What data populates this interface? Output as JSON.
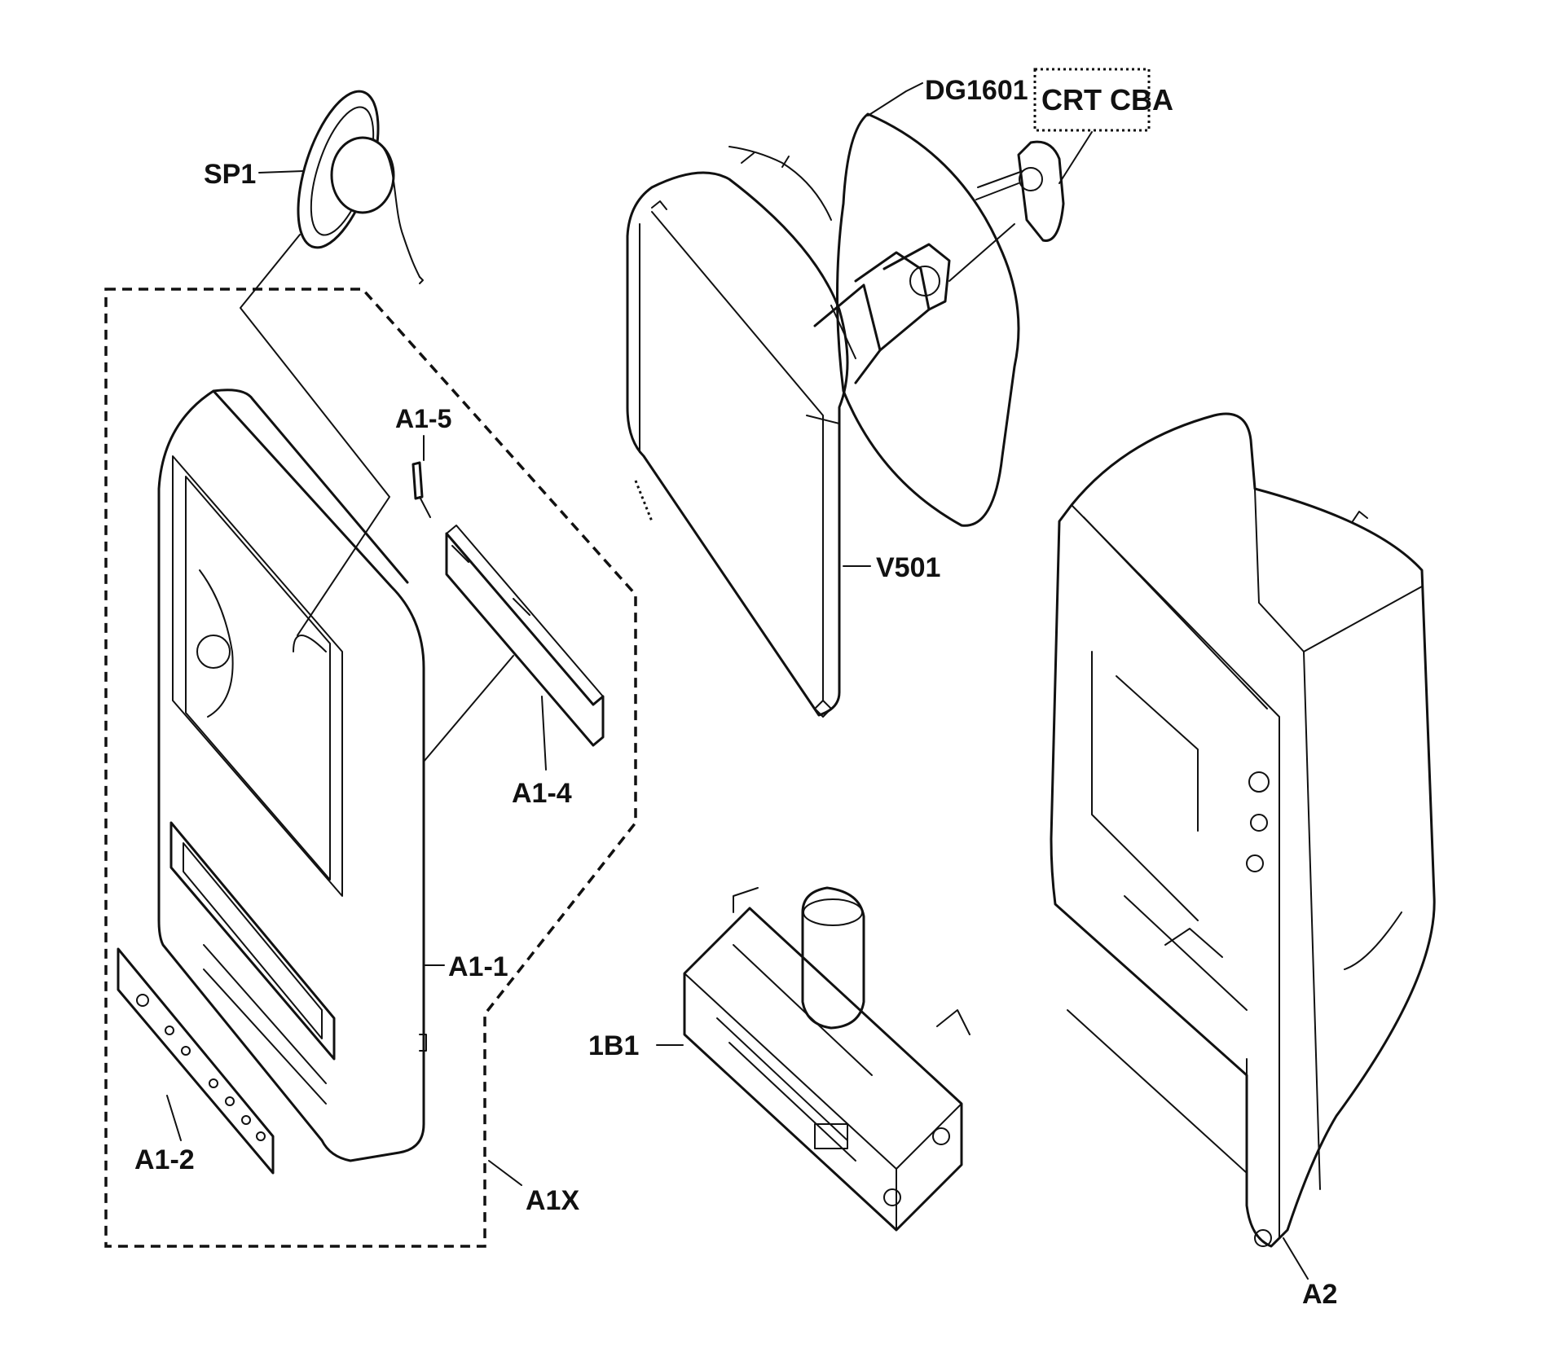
{
  "labels": {
    "sp1": "SP1",
    "dg1601": "DG1601",
    "crt_cba": "CRT CBA",
    "a1_5": "A1-5",
    "a1_4": "A1-4",
    "v501": "V501",
    "a1_1": "A1-1",
    "a1_2": "A1-2",
    "a1x": "A1X",
    "1b1": "1B1",
    "a2": "A2"
  }
}
